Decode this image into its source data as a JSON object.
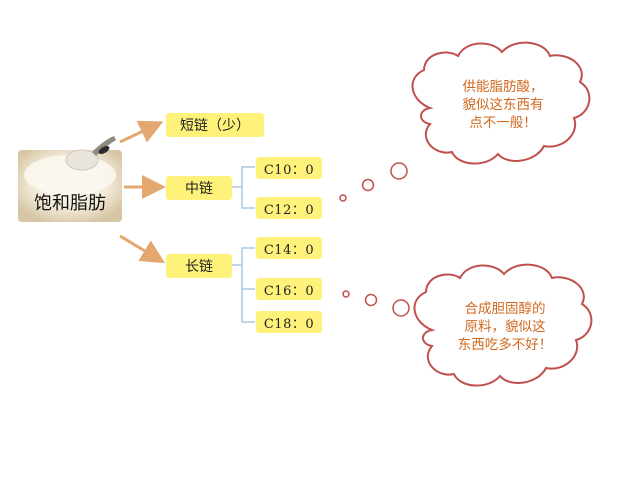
{
  "main": {
    "label": "饱和脂肪"
  },
  "branches": {
    "short": {
      "label": "短链（少）"
    },
    "medium": {
      "label": "中链",
      "children": [
        "C10：0",
        "C12：0"
      ]
    },
    "long": {
      "label": "长链",
      "children": [
        "C14：0",
        "C16：0",
        "C18：0"
      ]
    }
  },
  "thoughts": {
    "medium_note": [
      "供能脂肪酸，",
      "貌似这东西有",
      "点不一般！"
    ],
    "long_note": [
      "合成胆固醇的",
      "原料，貌似这",
      "东西吃多不好！"
    ]
  },
  "colors": {
    "box_fill": "#fff27a",
    "arrow": "#e3a76f",
    "cloud_stroke": "#c0504d",
    "cloud_text": "#d2691e",
    "bracket": "#a8c8e0"
  },
  "icons": {
    "main_image": "yogurt-spoon-icon"
  }
}
